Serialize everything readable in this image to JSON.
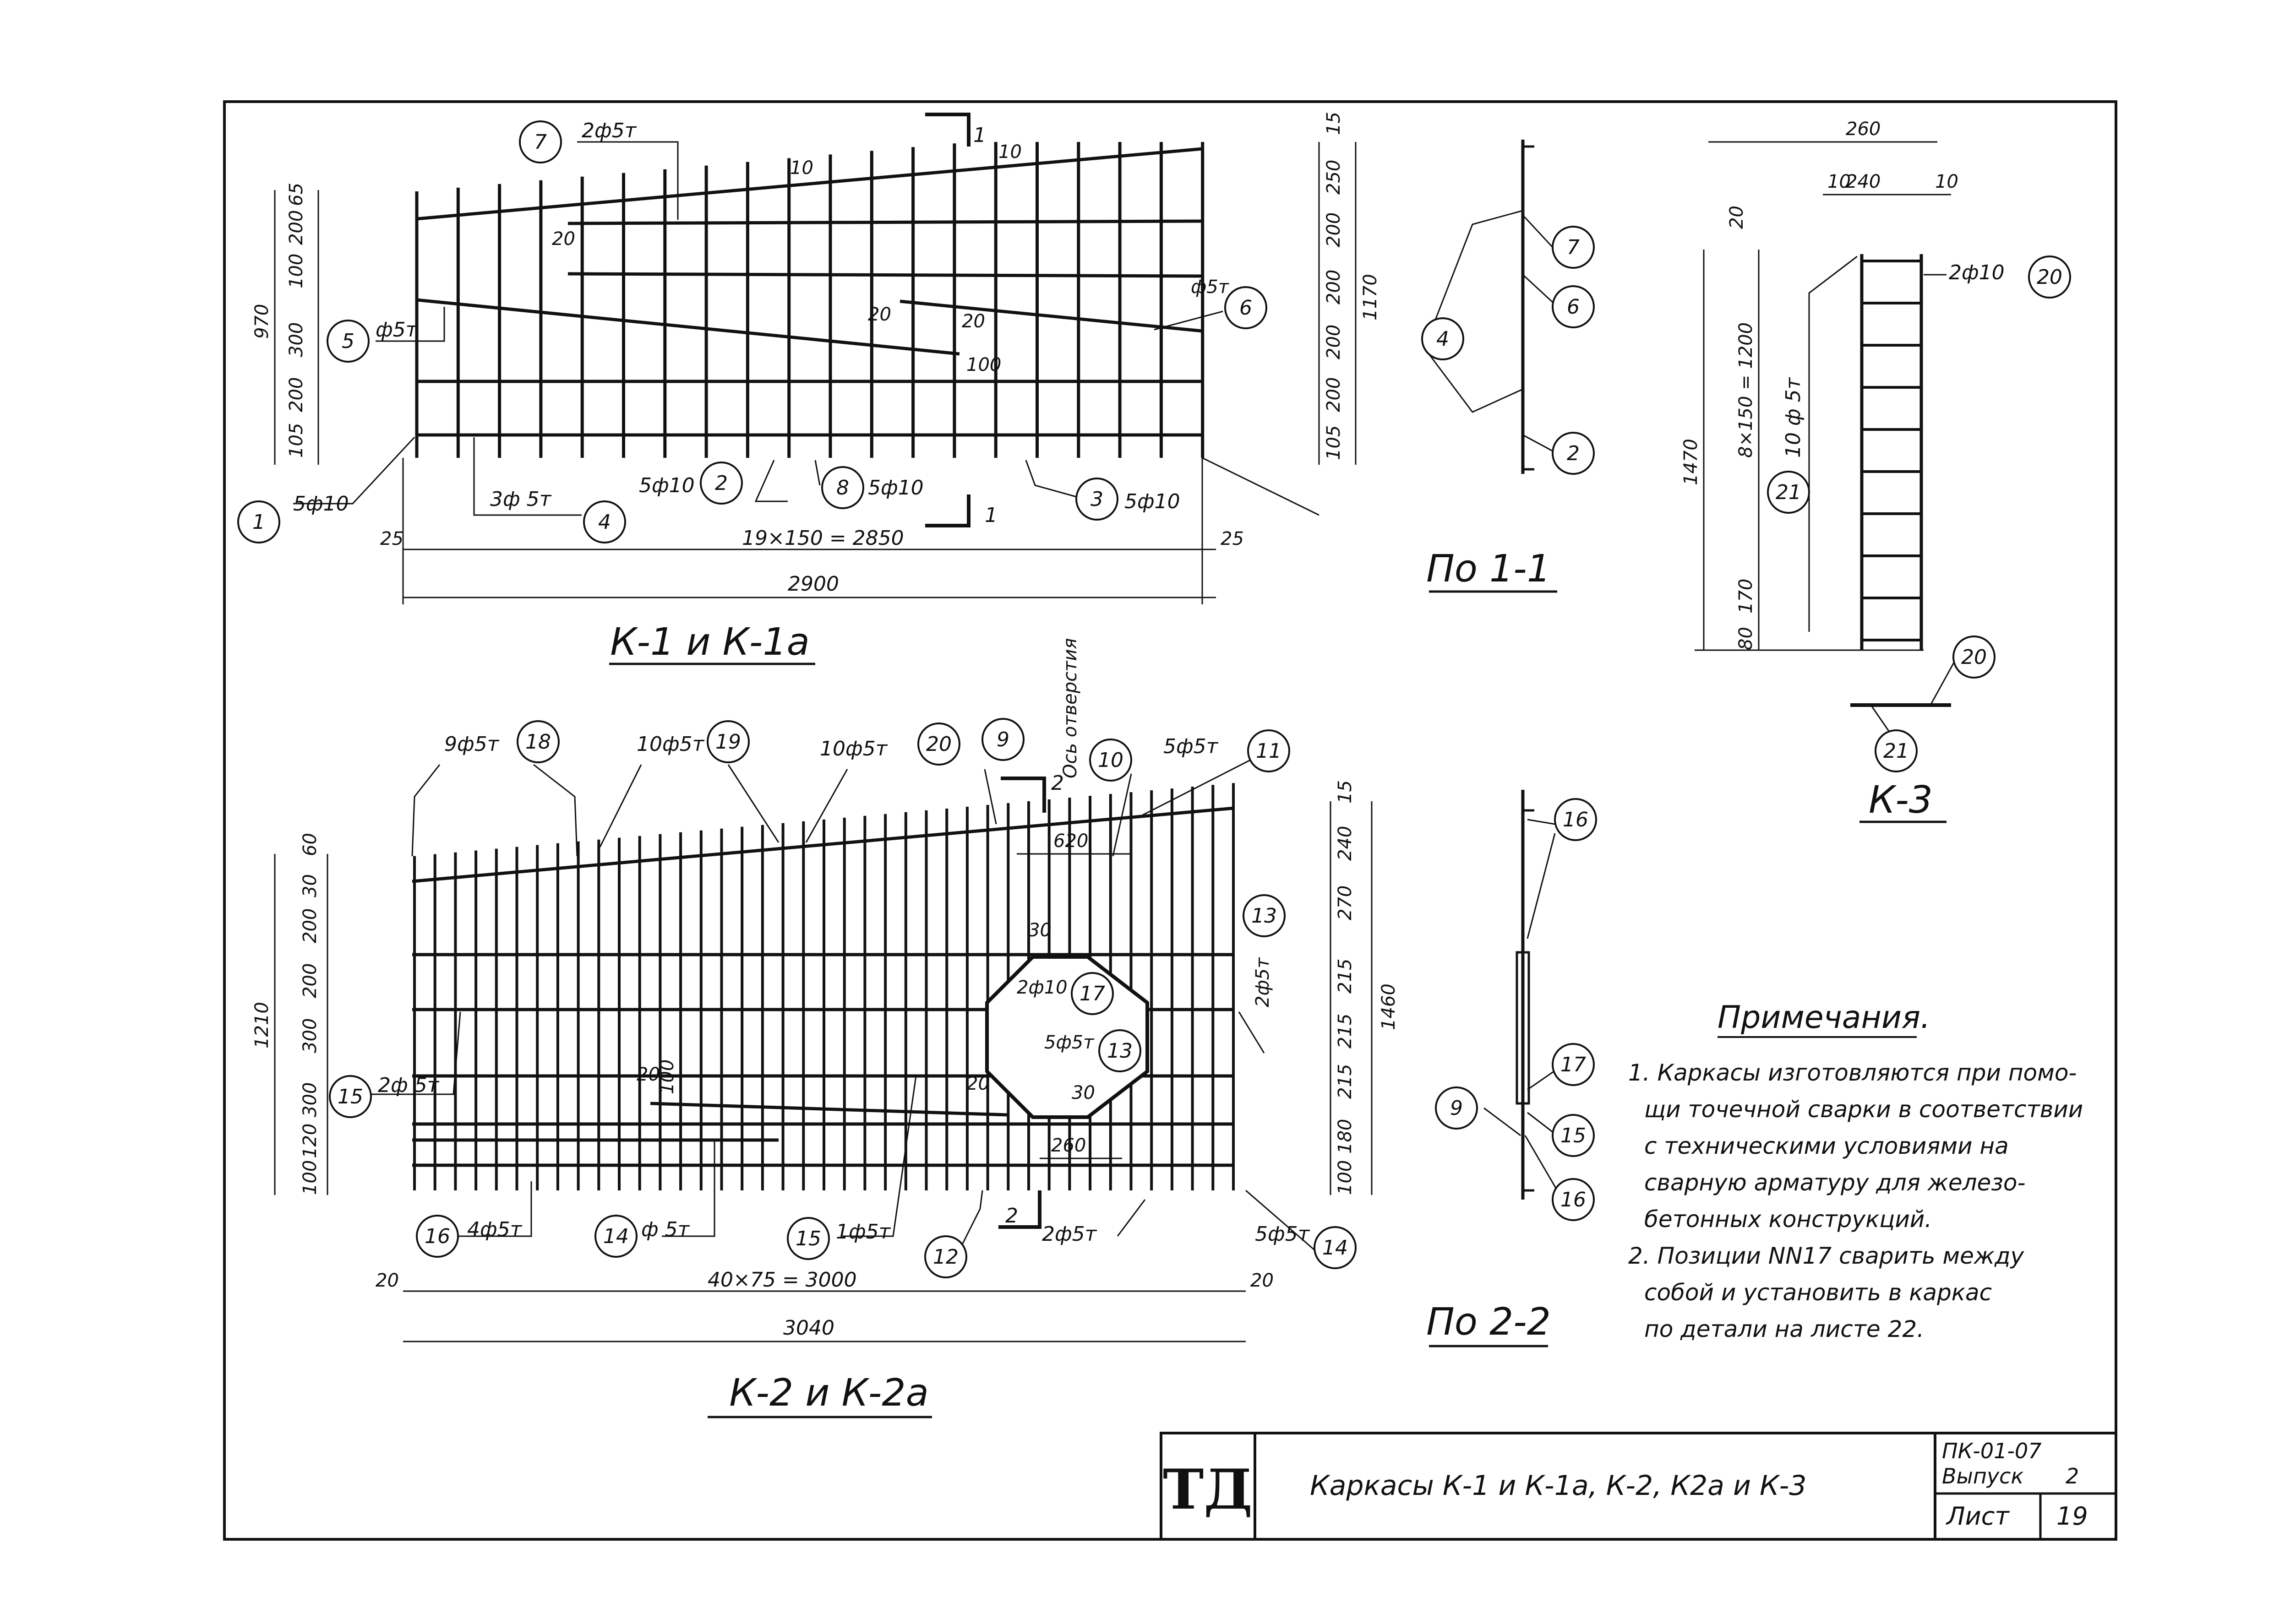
{
  "title_block": {
    "logo": "ТД",
    "title": "Каркасы К-1 и К-1а, К-2, К2а и К-3",
    "code": "ПК-01-07",
    "issue_label": "Выпуск",
    "issue_value": "2",
    "sheet_label": "Лист",
    "sheet_value": "19"
  },
  "views": {
    "k1": {
      "caption": "К-1 и К-1а",
      "callouts": [
        {
          "num": "7",
          "text": "2ф5т"
        },
        {
          "num": "5",
          "text": "ф5т"
        },
        {
          "num": "6",
          "text": "ф5т"
        },
        {
          "num": "1",
          "text": "5ф10"
        },
        {
          "num": "4",
          "text": "3ф 5т"
        },
        {
          "num": "2",
          "text": "5ф10"
        },
        {
          "num": "8",
          "text": "5ф10"
        },
        {
          "num": "3",
          "text": "5ф10"
        }
      ],
      "dims_left": [
        "65",
        "200",
        "100",
        "300",
        "200",
        "105"
      ],
      "dims_right": [
        "15",
        "250",
        "200",
        "200",
        "200",
        "200",
        "105"
      ],
      "overall_left": "970",
      "overall_right": "1170",
      "pitch": "19×150 = 2850",
      "total": "2900",
      "edge": "25",
      "small": [
        "10",
        "10",
        "20",
        "20",
        "20",
        "100"
      ],
      "section_mark": "1"
    },
    "k2": {
      "caption": "К-2 и К-2а",
      "callouts": [
        {
          "num": "18",
          "text": "9ф5т"
        },
        {
          "num": "19",
          "text": "10ф5т"
        },
        {
          "num": "20",
          "text": "10ф5т"
        },
        {
          "num": "9",
          "text": ""
        },
        {
          "num": "10",
          "text": ""
        },
        {
          "num": "11",
          "text": "5ф5т"
        },
        {
          "num": "13",
          "text": "2ф5т"
        },
        {
          "num": "17",
          "text": "2ф10"
        },
        {
          "num": "13",
          "text": "5ф5т"
        },
        {
          "num": "15",
          "text": "2ф 5т"
        },
        {
          "num": "16",
          "text": "4ф5т"
        },
        {
          "num": "14",
          "text": "ф 5т"
        },
        {
          "num": "15",
          "text": "1ф5т"
        },
        {
          "num": "12",
          "text": "2ф5т"
        },
        {
          "num": "14",
          "text": "5ф5т"
        }
      ],
      "hole_axis": "Ось отверстия",
      "dims_left": [
        "60",
        "30",
        "200",
        "200",
        "300",
        "300",
        "120",
        "100"
      ],
      "dims_right": [
        "15",
        "240",
        "270",
        "215",
        "215",
        "215",
        "180",
        "100"
      ],
      "overall_left": "1210",
      "overall_right": "1460",
      "top": "620",
      "hole_width": "260",
      "pitch": "40×75 = 3000",
      "total": "3040",
      "edge": "20",
      "small": [
        "30",
        "30",
        "20",
        "20",
        "100"
      ],
      "section_mark": "2"
    },
    "sec11": {
      "caption": "По 1-1",
      "callouts": [
        "7",
        "6",
        "4",
        "2"
      ]
    },
    "sec22": {
      "caption": "По 2-2",
      "callouts": [
        "16",
        "17",
        "9",
        "15",
        "16"
      ]
    },
    "k3": {
      "caption": "К-3",
      "width": "260",
      "inner": "240",
      "edge": "10",
      "top": "20",
      "height": "1470",
      "pitch": "8×150 = 1200",
      "bottom": [
        "170",
        "80"
      ],
      "bar_top": "2ф10",
      "bar_top_num": "20",
      "bars": "10 ф 5т",
      "bars_num": "21",
      "section_nums": [
        "20",
        "21"
      ]
    }
  },
  "notes": {
    "heading": "Примечания.",
    "items": [
      "1. Каркасы изготовляются при помо-",
      "щи точечной сварки в соответствии",
      "с техническими условиями на",
      "сварную арматуру для железо-",
      "бетонных конструкций.",
      "2. Позиции NN17 сварить между",
      "собой и установить в каркас",
      "по детали на листе 22."
    ]
  }
}
